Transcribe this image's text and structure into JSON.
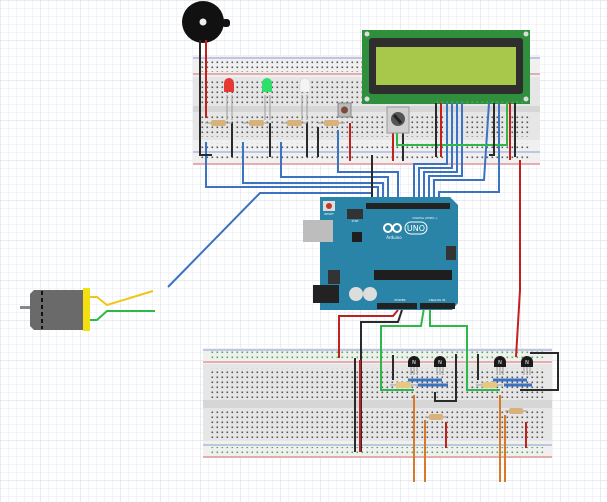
{
  "arduino": {
    "brand_label": "UNO",
    "logo_text": "Arduino",
    "reset_label": "RESET",
    "icsp_label": "ICSP",
    "digital_label": "DIGITAL (PWM~)",
    "power_label": "POWER",
    "analog_label": "ANALOG IN"
  },
  "transistors": {
    "label": "N"
  },
  "colors": {
    "board": "#2a84a8",
    "lcd_pcb": "#2f8f3c",
    "lcd_screen": "#a7c84a",
    "wire_blue": "#3b72c2",
    "wire_red": "#c0201e",
    "wire_black": "#2a2a2a",
    "wire_green": "#2fb84a",
    "wire_orange": "#d87a2a",
    "breadboard": "#e4e4e4"
  }
}
